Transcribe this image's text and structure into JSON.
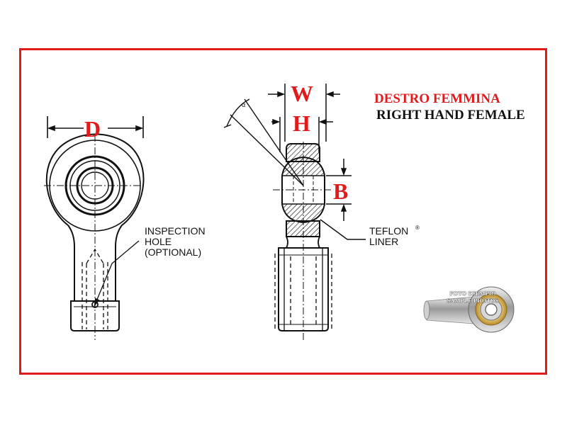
{
  "title": {
    "italian": "DESTRO FEMMINA",
    "english": "RIGHT HAND FEMALE"
  },
  "dimensions": {
    "d": "D",
    "w": "W",
    "h": "H",
    "b": "B"
  },
  "notes": {
    "inspection_line1": "INSPECTION",
    "inspection_line2": "HOLE",
    "inspection_line3": "(OPTIONAL)",
    "teflon_line1": "TEFLON",
    "teflon_reg": "®",
    "teflon_line2": "LINER",
    "angle_mark": "α"
  },
  "photo": {
    "caption_line1": "FOTO ESEMPIO",
    "caption_line2": "SAMPLE PHOTOS"
  },
  "colors": {
    "frame": "#e01b1b",
    "dimension_letters": "#e01b1b",
    "drawing": "#111111",
    "photo_brass": "#c9a24a"
  }
}
